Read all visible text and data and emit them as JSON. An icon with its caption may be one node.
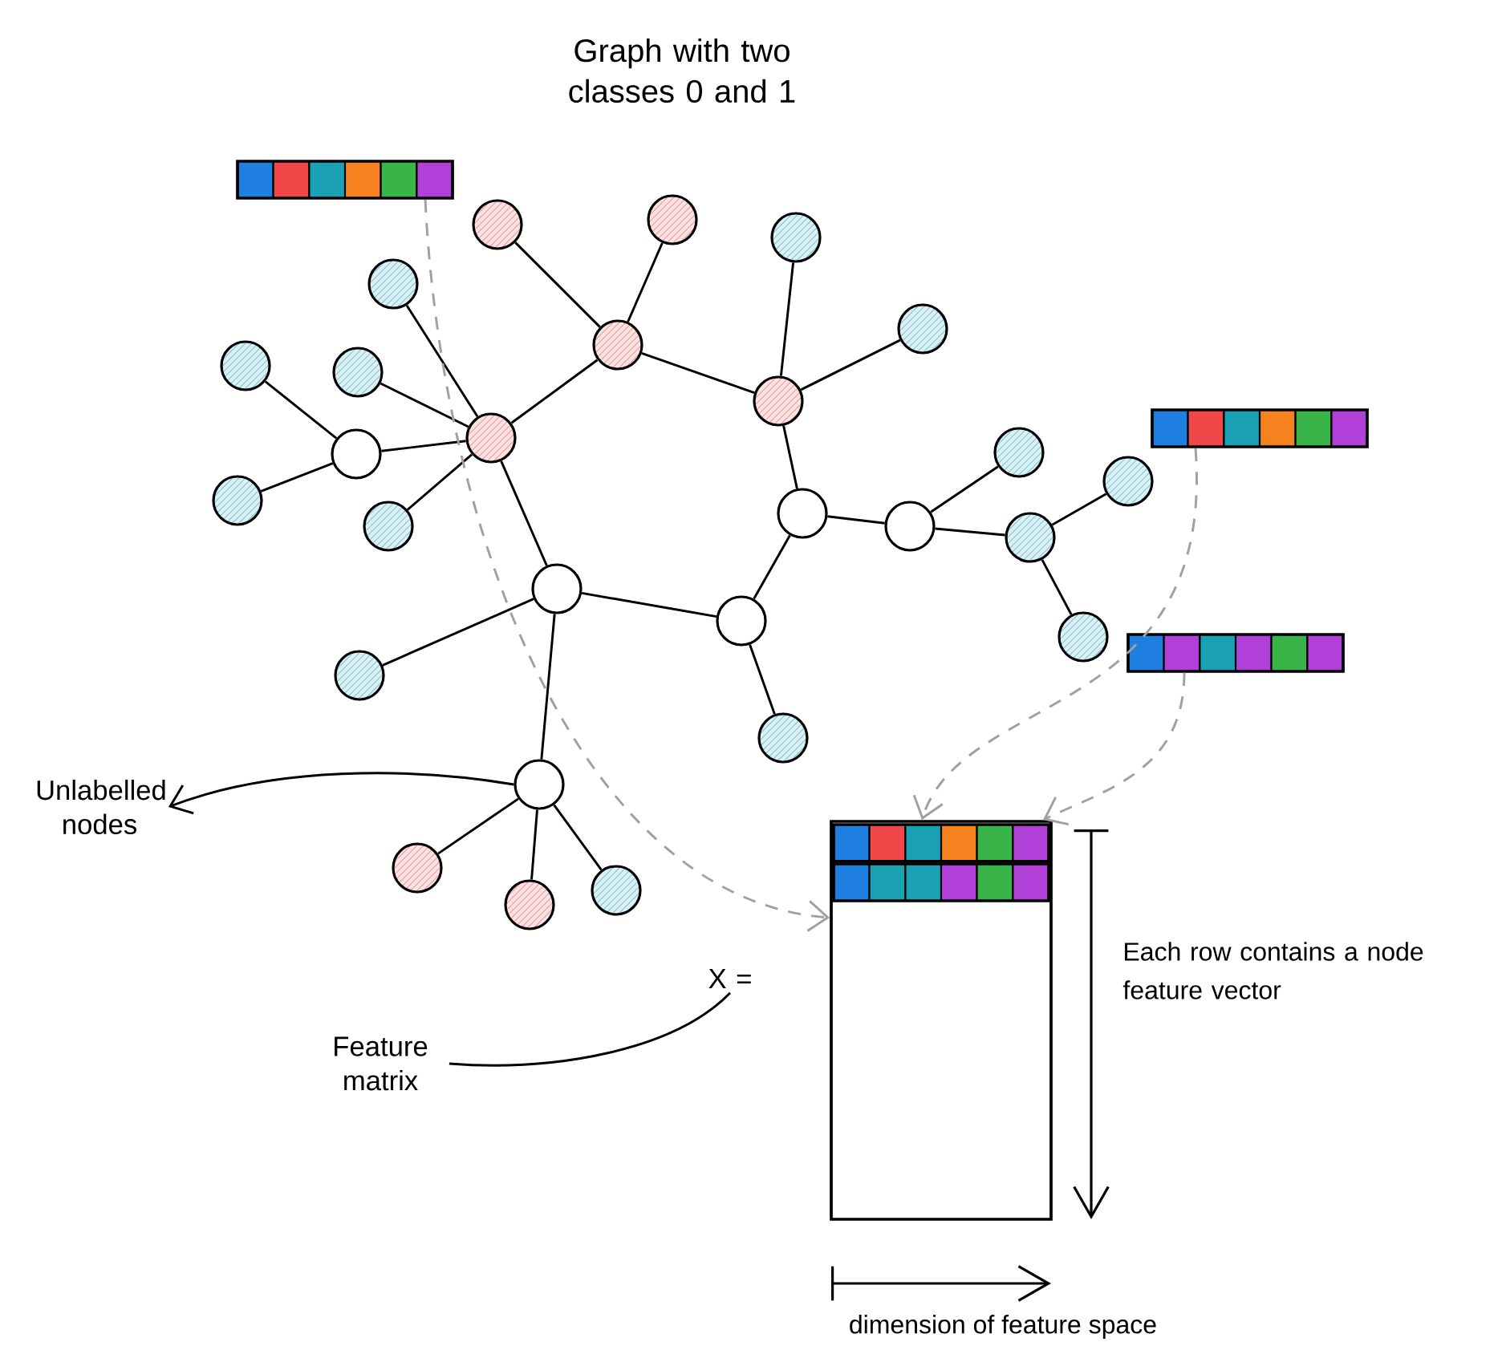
{
  "diagram": {
    "title": "Graph with two classes 0 and 1",
    "nodes": [
      {
        "text": [],
        "shape": "bar"
      },
      {
        "text": [],
        "shape": "circle"
      },
      {
        "text": [],
        "shape": "circle"
      },
      {
        "text": [],
        "shape": "circle"
      },
      {
        "text": [],
        "shape": "circle"
      },
      {
        "text": [],
        "shape": "circle"
      },
      {
        "text": [],
        "shape": "circle"
      },
      {
        "text": [],
        "shape": "circle"
      },
      {
        "text": [],
        "shape": "circle"
      },
      {
        "text": [],
        "shape": "circle"
      },
      {
        "text": [],
        "shape": "bar"
      },
      {
        "text": [],
        "shape": "circle"
      },
      {
        "text": [],
        "shape": "circle"
      },
      {
        "text": [],
        "shape": "circle"
      },
      {
        "text": [],
        "shape": "circle"
      },
      {
        "text": [],
        "shape": "circle"
      },
      {
        "text": [],
        "shape": "circle"
      },
      {
        "text": [],
        "shape": "circle"
      },
      {
        "text": [],
        "shape": "circle"
      },
      {
        "text": [],
        "shape": "circle"
      },
      {
        "text": [],
        "shape": "circle"
      },
      {
        "text": [],
        "shape": "circle"
      },
      {
        "text": [],
        "shape": "circle"
      },
      {
        "text": [],
        "shape": "bar"
      },
      {
        "text": [],
        "shape": "circle"
      },
      {
        "text": [],
        "shape": "circle"
      },
      {
        "text": [],
        "shape": "circle"
      },
      {
        "text": [
          "Unlabelled nodes"
        ]
      },
      {
        "text": [],
        "shape": "box"
      },
      {
        "text": [],
        "shape": "bar",
        "in": 28
      },
      {
        "text": [],
        "shape": "bar",
        "in": 28
      },
      {
        "text": [],
        "shape": "circle"
      },
      {
        "text": [],
        "shape": "circle"
      },
      {
        "text": [],
        "shape": "circle"
      },
      {
        "text": [
          "X ="
        ]
      },
      {
        "text": [
          "Feature matrix"
        ]
      }
    ],
    "edges": [
      {
        "from": 7,
        "to": 13,
        "arrow": "none"
      },
      {
        "from": 15,
        "to": 13,
        "arrow": "none"
      },
      {
        "from": 13,
        "to": 11,
        "arrow": "none"
      },
      {
        "from": 4,
        "to": 11,
        "arrow": "none"
      },
      {
        "from": 8,
        "to": 11,
        "arrow": "none"
      },
      {
        "from": 18,
        "to": 11,
        "arrow": "none"
      },
      {
        "from": 11,
        "to": 6,
        "arrow": "none"
      },
      {
        "from": 2,
        "to": 6,
        "arrow": "none"
      },
      {
        "from": 1,
        "to": 6,
        "arrow": "none"
      },
      {
        "from": 6,
        "to": 9,
        "arrow": "none"
      },
      {
        "from": 3,
        "to": 9,
        "arrow": "none"
      },
      {
        "from": 5,
        "to": 9,
        "arrow": "none"
      },
      {
        "from": 9,
        "to": 16,
        "arrow": "none"
      },
      {
        "from": 16,
        "to": 17,
        "arrow": "none"
      },
      {
        "from": 17,
        "to": 12,
        "arrow": "none"
      },
      {
        "from": 17,
        "to": 19,
        "arrow": "none"
      },
      {
        "from": 19,
        "to": 14,
        "arrow": "none"
      },
      {
        "from": 19,
        "to": 22,
        "arrow": "none"
      },
      {
        "from": 16,
        "to": 21,
        "arrow": "none"
      },
      {
        "from": 20,
        "to": 21,
        "arrow": "none"
      },
      {
        "from": 11,
        "to": 20,
        "arrow": "none"
      },
      {
        "from": 20,
        "to": 24,
        "arrow": "none"
      },
      {
        "from": 21,
        "to": 25,
        "arrow": "none"
      },
      {
        "from": 20,
        "to": 26,
        "arrow": "none"
      },
      {
        "from": 26,
        "to": 31,
        "arrow": "none"
      },
      {
        "from": 26,
        "to": 33,
        "arrow": "none"
      },
      {
        "from": 26,
        "to": 32,
        "arrow": "none"
      },
      {
        "from": 26,
        "to": 27,
        "arrow": "to"
      },
      {
        "from": 0,
        "to": 28,
        "arrow": "to",
        "style": "dashed",
        "color": "#a0a0a0"
      },
      {
        "from": 10,
        "to": 28,
        "arrow": "to",
        "style": "dashed",
        "color": "#a0a0a0"
      },
      {
        "from": 23,
        "to": 28,
        "arrow": "to",
        "style": "dashed",
        "color": "#a0a0a0"
      },
      {
        "from": 35,
        "to": 34,
        "arrow": "none"
      }
    ],
    "labels": [
      "Each row contains a node feature vector",
      "dimension of feature space"
    ]
  }
}
